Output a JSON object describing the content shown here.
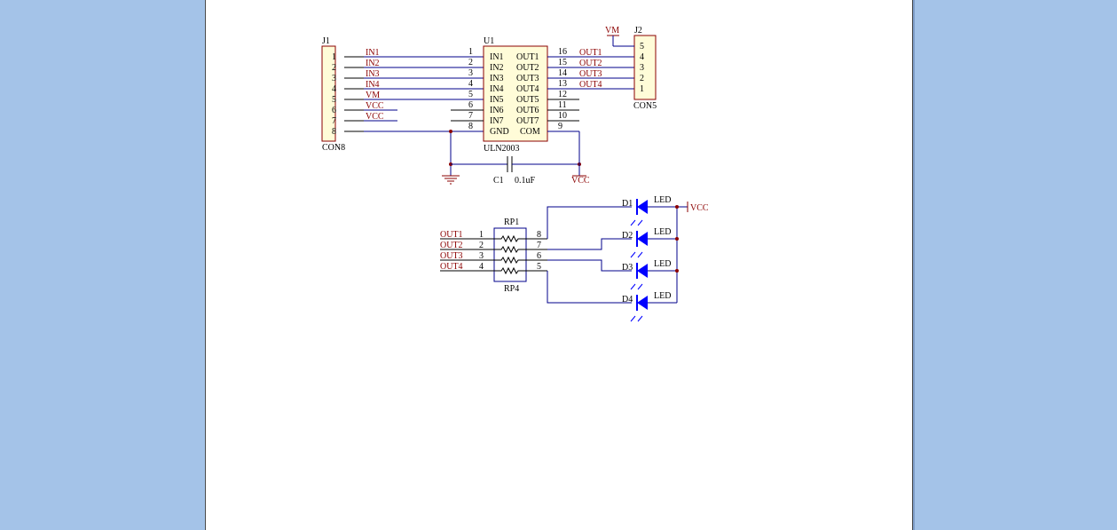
{
  "schematic": {
    "j1": {
      "designator": "J1",
      "name": "CON8",
      "pins": [
        "1",
        "2",
        "3",
        "4",
        "5",
        "6",
        "7",
        "8"
      ],
      "nets": [
        "IN1",
        "IN2",
        "IN3",
        "IN4",
        "VM",
        "VCC",
        "VCC"
      ]
    },
    "u1": {
      "designator": "U1",
      "name": "ULN2003",
      "left_pins": [
        {
          "num": "1",
          "label": "IN1"
        },
        {
          "num": "2",
          "label": "IN2"
        },
        {
          "num": "3",
          "label": "IN3"
        },
        {
          "num": "4",
          "label": "IN4"
        },
        {
          "num": "5",
          "label": "IN5"
        },
        {
          "num": "6",
          "label": "IN6"
        },
        {
          "num": "7",
          "label": "IN7"
        },
        {
          "num": "8",
          "label": "GND"
        }
      ],
      "right_pins": [
        {
          "num": "16",
          "label": "OUT1"
        },
        {
          "num": "15",
          "label": "OUT2"
        },
        {
          "num": "14",
          "label": "OUT3"
        },
        {
          "num": "13",
          "label": "OUT4"
        },
        {
          "num": "12",
          "label": "OUT5"
        },
        {
          "num": "11",
          "label": "OUT6"
        },
        {
          "num": "10",
          "label": "OUT7"
        },
        {
          "num": "9",
          "label": "COM"
        }
      ],
      "out_nets": [
        "OUT1",
        "OUT2",
        "OUT3",
        "OUT4"
      ]
    },
    "j2": {
      "designator": "J2",
      "name": "CON5",
      "pins": [
        "5",
        "4",
        "3",
        "2",
        "1"
      ],
      "power": "VM"
    },
    "c1": {
      "designator": "C1",
      "value": "0.1uF",
      "power": "VCC"
    },
    "rp1": {
      "designator": "RP1",
      "name": "RP4",
      "left_pins": [
        "1",
        "2",
        "3",
        "4"
      ],
      "right_pins": [
        "8",
        "7",
        "6",
        "5"
      ],
      "nets": [
        "OUT1",
        "OUT2",
        "OUT3",
        "OUT4"
      ]
    },
    "leds": {
      "items": [
        {
          "designator": "D1",
          "value": "LED"
        },
        {
          "designator": "D2",
          "value": "LED"
        },
        {
          "designator": "D3",
          "value": "LED"
        },
        {
          "designator": "D4",
          "value": "LED"
        }
      ],
      "power": "VCC"
    }
  }
}
